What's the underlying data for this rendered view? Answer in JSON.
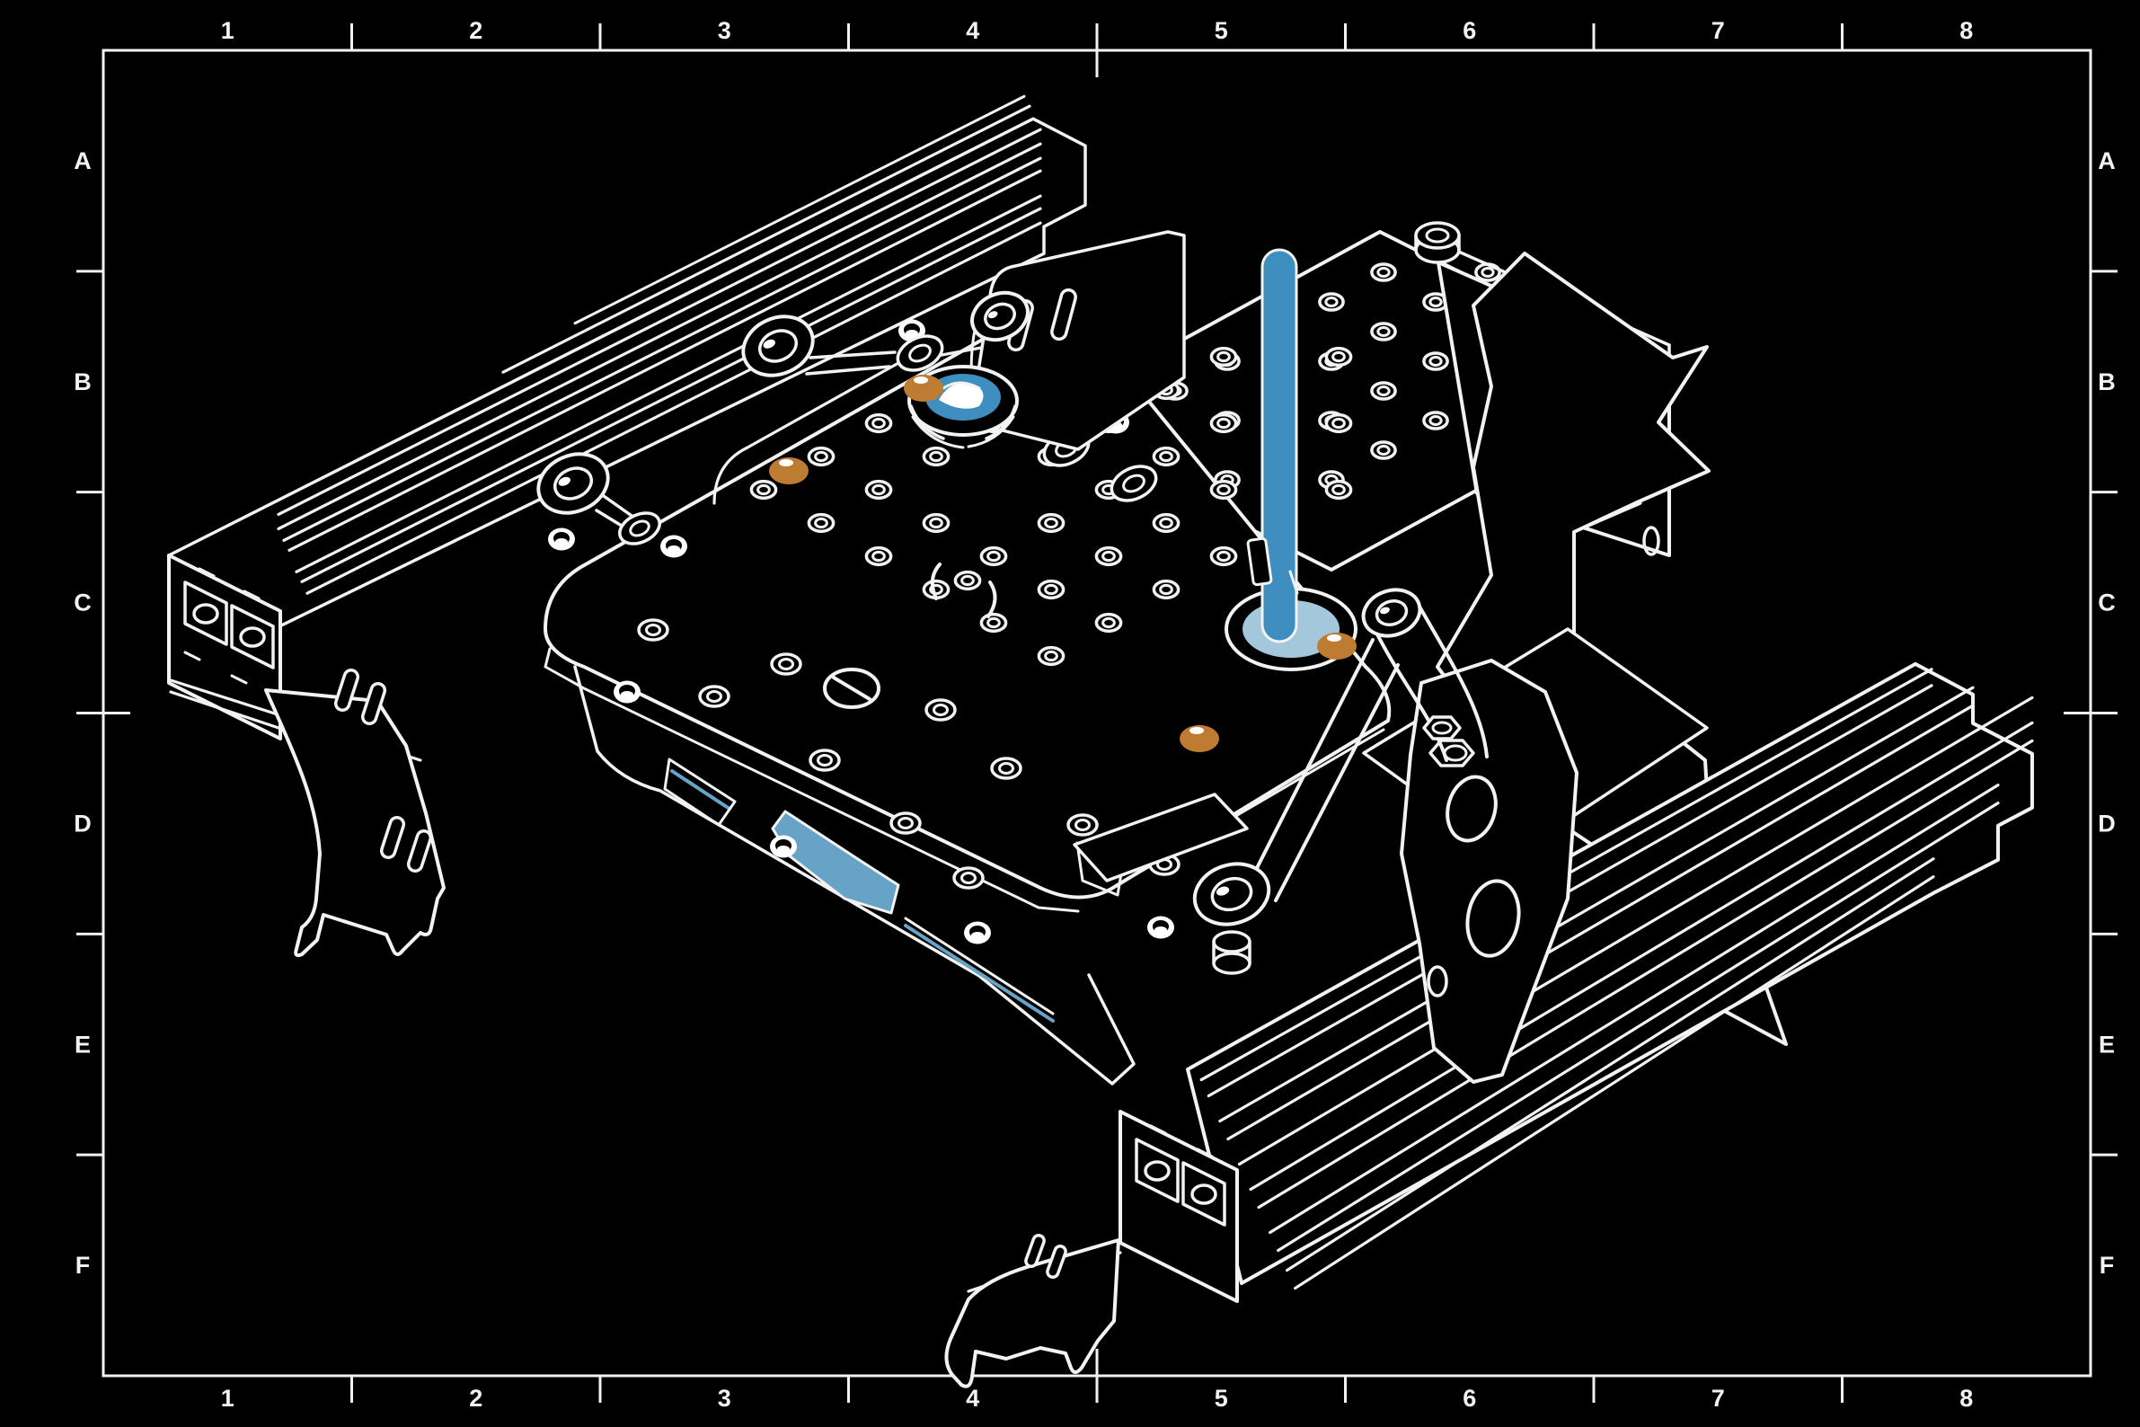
{
  "frame": {
    "top_labels": [
      "1",
      "2",
      "3",
      "4",
      "5",
      "6",
      "7",
      "8"
    ],
    "bottom_labels": [
      "1",
      "2",
      "3",
      "4",
      "5",
      "6",
      "7",
      "8"
    ],
    "left_labels": [
      "A",
      "B",
      "C",
      "D",
      "E",
      "F"
    ],
    "right_labels": [
      "A",
      "B",
      "C",
      "D",
      "E",
      "F"
    ]
  },
  "colors": {
    "background": "#000000",
    "line": "#f2f2f2",
    "accent_blue": "#3E8FC0",
    "accent_blue_light": "#A3C8DC",
    "accent_blue_mid": "#66A3C6",
    "accent_orange": "#BE7B32"
  }
}
